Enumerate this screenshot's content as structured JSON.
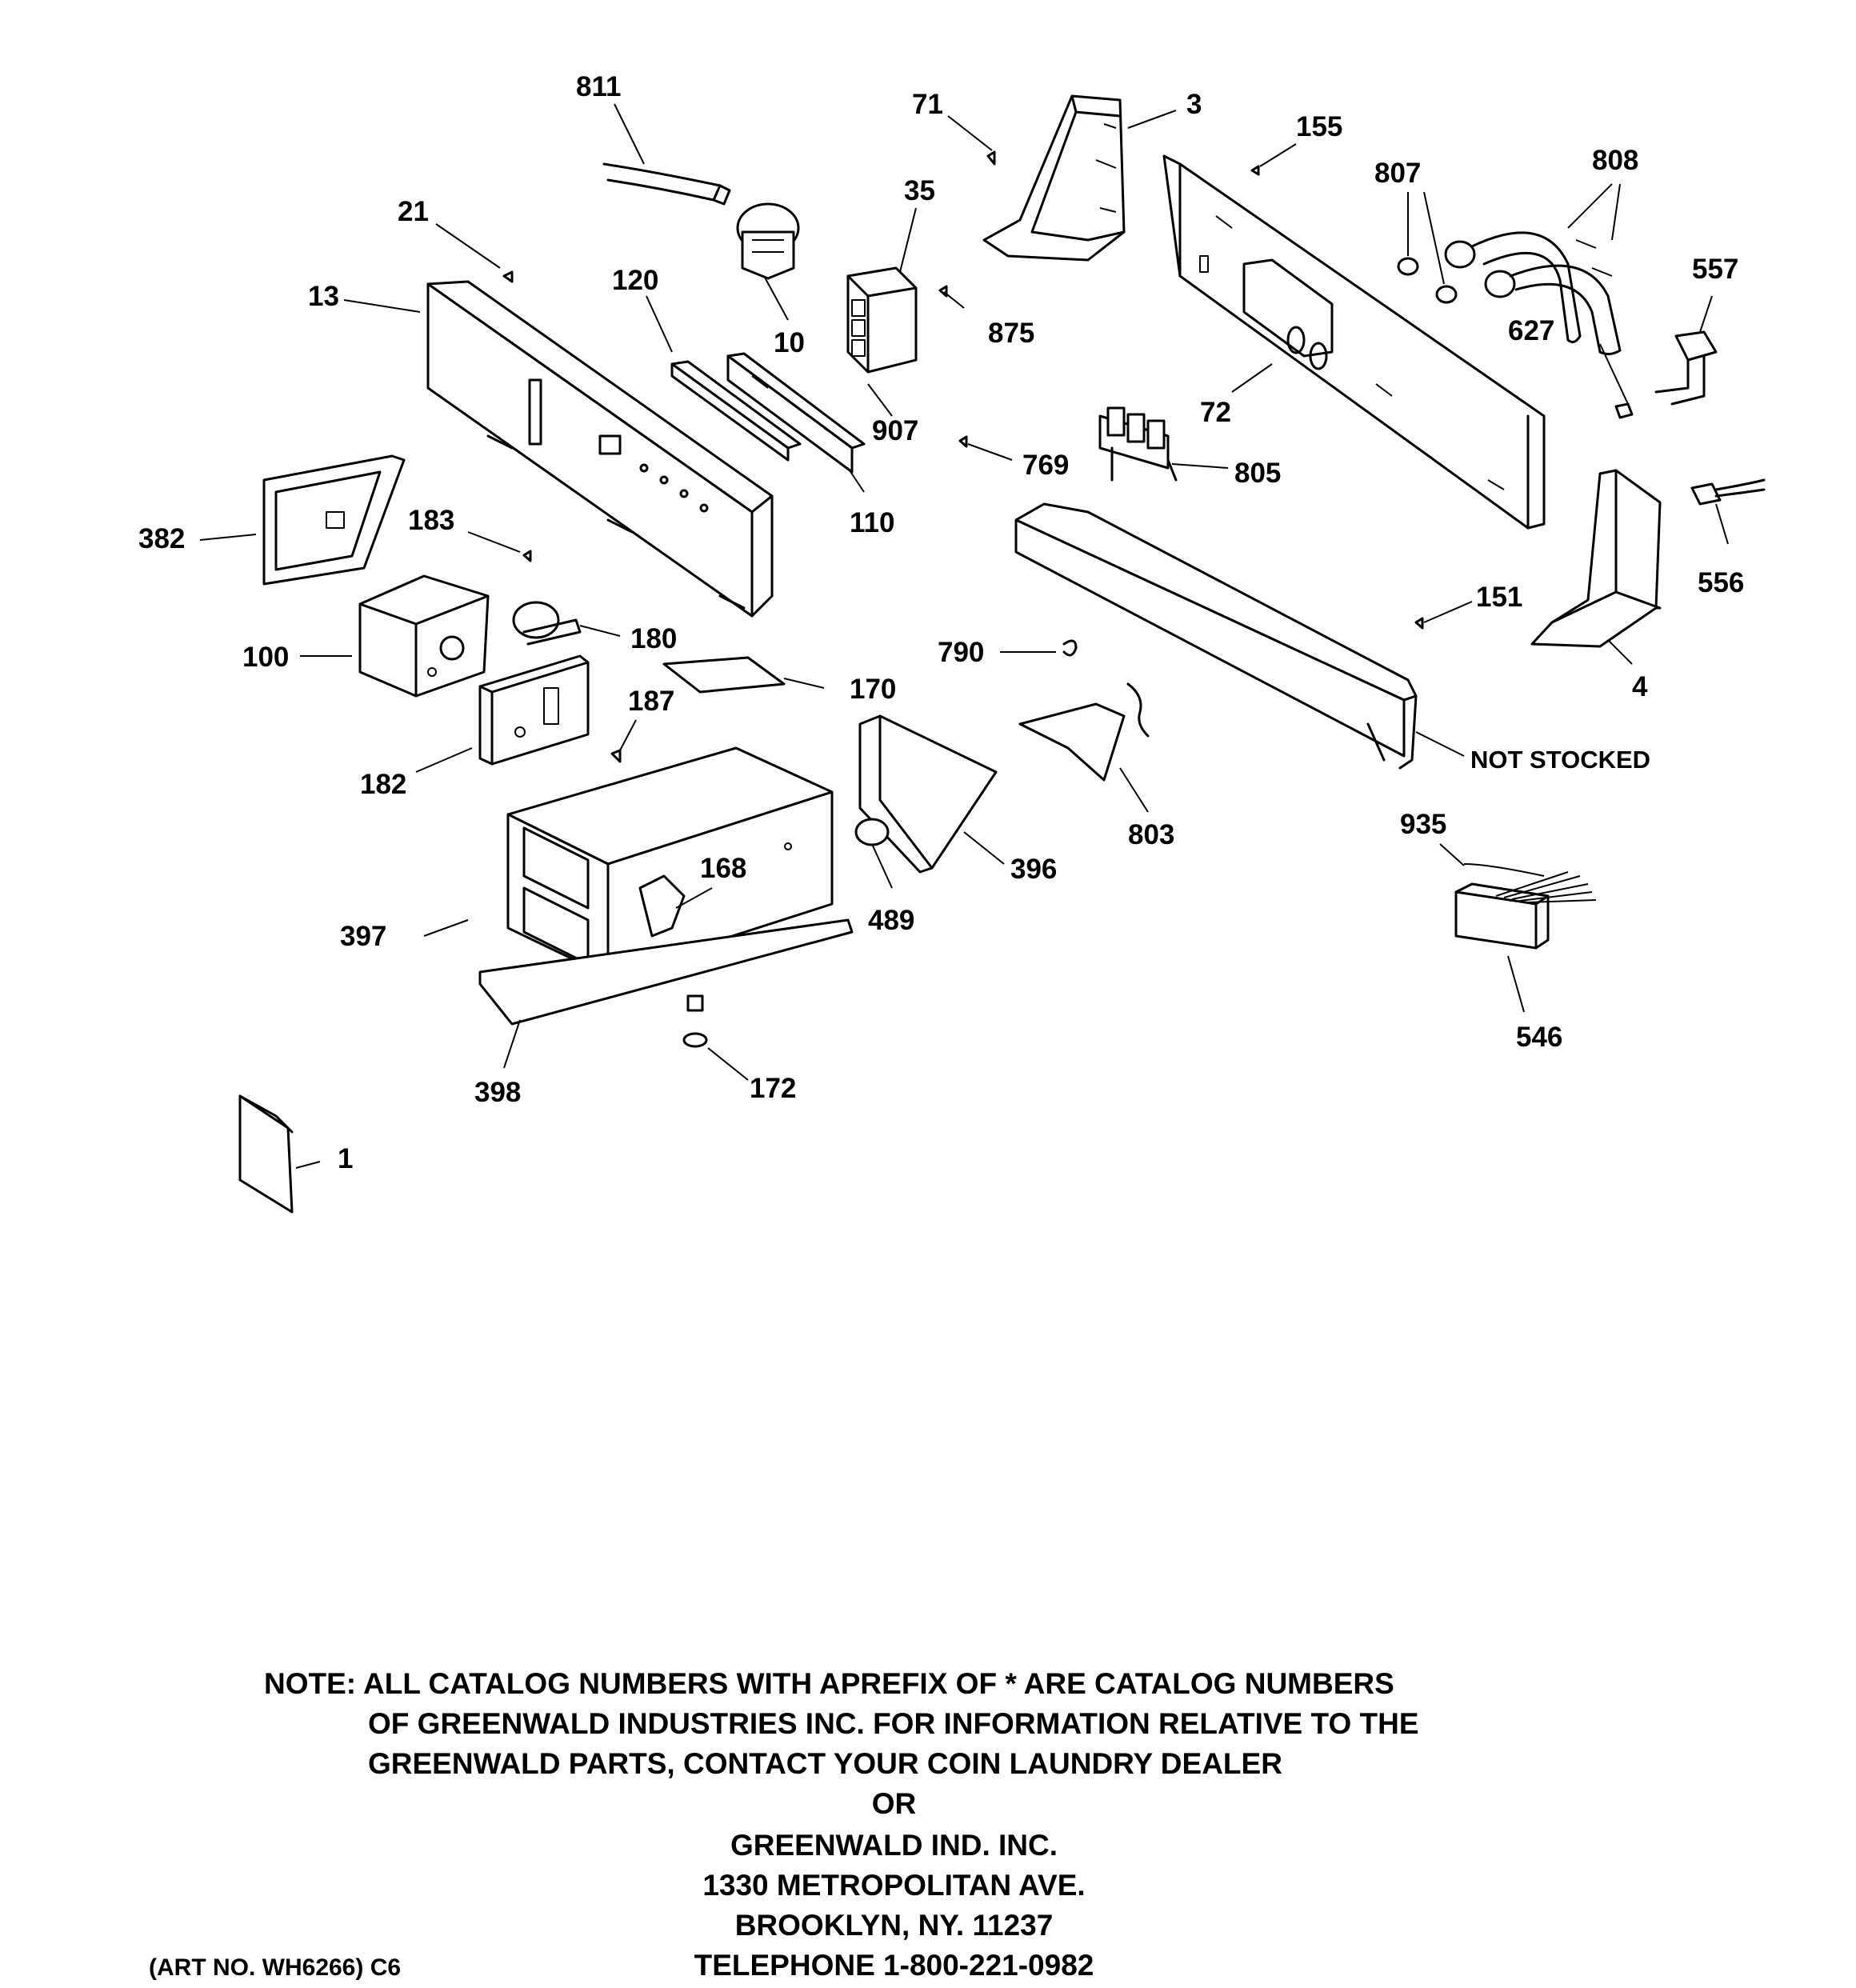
{
  "callouts": {
    "c811": "811",
    "c71": "71",
    "c3": "3",
    "c155": "155",
    "c807": "807",
    "c808": "808",
    "c21": "21",
    "c35": "35",
    "c13": "13",
    "c120": "120",
    "c10": "10",
    "c875": "875",
    "c557": "557",
    "c627": "627",
    "c72": "72",
    "c907": "907",
    "c769": "769",
    "c805": "805",
    "c110": "110",
    "c382": "382",
    "c183": "183",
    "c556": "556",
    "c151": "151",
    "c100": "100",
    "c180": "180",
    "c790": "790",
    "c4": "4",
    "c170": "170",
    "c187": "187",
    "c182": "182",
    "not_stocked": "NOT STOCKED",
    "c935": "935",
    "c803": "803",
    "c168": "168",
    "c396": "396",
    "c397": "397",
    "c489": "489",
    "c546": "546",
    "c398": "398",
    "c172": "172",
    "c1": "1"
  },
  "note": {
    "line1": "NOTE: ALL CATALOG NUMBERS WITH APREFIX OF * ARE CATALOG NUMBERS",
    "line2": "OF GREENWALD INDUSTRIES INC. FOR INFORMATION RELATIVE TO THE",
    "line3": "GREENWALD PARTS, CONTACT YOUR COIN LAUNDRY DEALER",
    "or": "OR",
    "company": "GREENWALD IND. INC.",
    "street": "1330 METROPOLITAN AVE.",
    "city": "BROOKLYN, NY. 11237",
    "telephone": "TELEPHONE 1-800-221-0982"
  },
  "art_number": "(ART NO. WH6266) C6"
}
